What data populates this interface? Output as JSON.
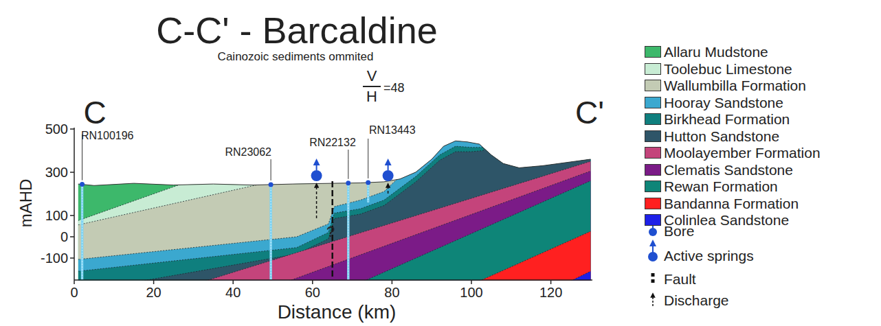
{
  "diagram": {
    "title": "C-C' - Barcaldine",
    "labels": [
      "Cainozoic sediments ommited",
      "V",
      "H",
      "=48",
      "C",
      "C'",
      "500",
      "300",
      "100",
      "0",
      "-100",
      "0",
      "20",
      "40",
      "60",
      "80",
      "100",
      "120",
      "mAHD",
      "Distance (km)",
      "RN100196",
      "RN23062",
      "RN22132",
      "RN13443",
      "?"
    ],
    "legend": [
      {
        "text": "Allaru Mudstone",
        "color": "#3db86b"
      },
      {
        "text": "Toolebuc Limestone",
        "color": "#c8ecd4"
      },
      {
        "text": "Wallumbilla Formation",
        "color": "#c3cbb4"
      },
      {
        "text": "Hooray Sandstone",
        "color": "#3ba8cf"
      },
      {
        "text": "Birkhead Formation",
        "color": "#0f7f7e"
      },
      {
        "text": "Hutton Sandstone",
        "color": "#2e5568"
      },
      {
        "text": "Moolayember Formation",
        "color": "#c4447b"
      },
      {
        "text": "Clematis Sandstone",
        "color": "#7b1b87"
      },
      {
        "text": "Rewan Formation",
        "color": "#0e8578"
      },
      {
        "text": "Bandanna Formation",
        "color": "#ff2020"
      },
      {
        "text": "Colinlea Sandstone",
        "color": "#1e20e8"
      },
      {
        "text": "Bore"
      },
      {
        "text": "Active springs"
      },
      {
        "text": "Fault"
      },
      {
        "text": "Discharge"
      }
    ]
  }
}
